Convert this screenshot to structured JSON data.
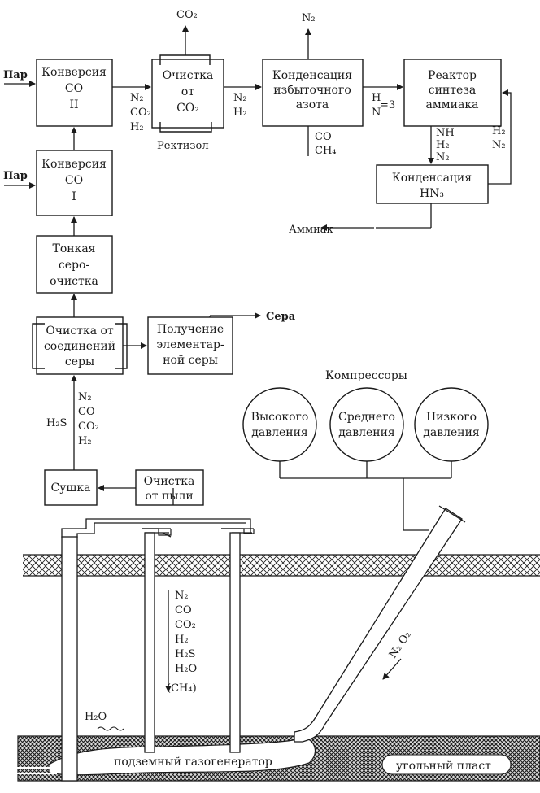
{
  "boxes": {
    "conv2": [
      "Конверсия",
      "CO",
      "II"
    ],
    "clean_co2": [
      "Очистка",
      "от",
      "CO₂"
    ],
    "cond_n2": [
      "Конденсация",
      "избыточного",
      "азота"
    ],
    "reactor": [
      "Реактор",
      "синтеза",
      "аммиака"
    ],
    "conv1": [
      "Конверсия",
      "CO",
      "I"
    ],
    "cond_nh3": [
      "Конденсация",
      "HN₃"
    ],
    "fine_s": [
      "Тонкая",
      "серо-",
      "очистка"
    ],
    "clean_s": [
      "Очистка от",
      "соединений",
      "серы"
    ],
    "elem_s": [
      "Получение",
      "элементар-",
      "ной серы"
    ],
    "dry": [
      "Сушка"
    ],
    "dust": [
      "Очистка",
      "от пыли"
    ]
  },
  "labels": {
    "steam1": "Пар",
    "steam2": "Пар",
    "co2_out": "CO₂",
    "n2_out": "N₂",
    "gas_a": [
      "N₂",
      "CO₂",
      "H₂"
    ],
    "gas_b": [
      "N₂",
      "H₂"
    ],
    "ratio_h": "H",
    "ratio_n": "N",
    "ratio_val": "=3",
    "rectisol": "Ректизол",
    "co_ch4": [
      "CO",
      "CH₄"
    ],
    "nh_mix": [
      "NH",
      "H₂",
      "N₂"
    ],
    "h2n2": [
      "H₂",
      "N₂"
    ],
    "ammonia": "Аммиак",
    "sulfur": "Сера",
    "h2s": "H₂S",
    "raw_gas": [
      "N₂",
      "CO",
      "CO₂",
      "H₂"
    ],
    "compressors": "Компрессоры",
    "comp_high": [
      "Высокого",
      "давления"
    ],
    "comp_mid": [
      "Среднего",
      "давления"
    ],
    "comp_low": [
      "Низкого",
      "давления"
    ],
    "well_gas": [
      "N₂",
      "CO",
      "CO₂",
      "H₂",
      "H₂S",
      "H₂O",
      "(CH₄)"
    ],
    "h2o": "H₂O",
    "n2o2": "N₂ O₂",
    "gasifier": "подземный газогенератор",
    "coal_seam": "угольный пласт"
  }
}
